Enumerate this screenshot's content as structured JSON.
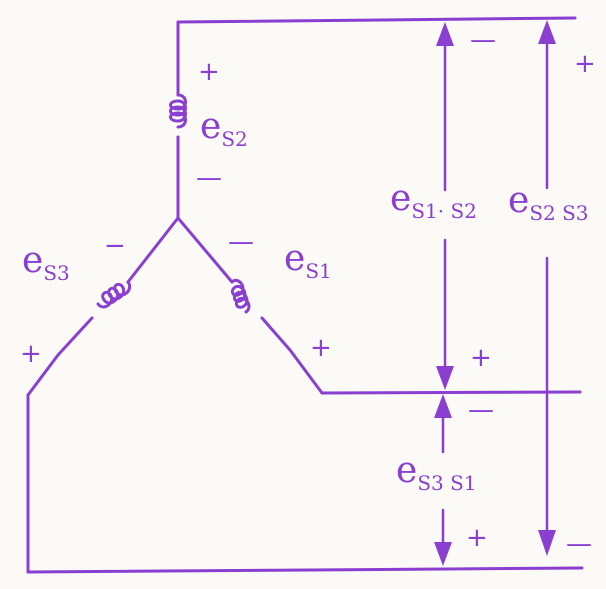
{
  "labels": {
    "es2": {
      "main": "e",
      "sub": "S2"
    },
    "es3": {
      "main": "e",
      "sub": "S3"
    },
    "es1": {
      "main": "e",
      "sub": "S1"
    },
    "es1s2": {
      "main": "e",
      "sub": "S1· S2"
    },
    "es2s3": {
      "main": "e",
      "sub": "S2 S3"
    },
    "es3s1": {
      "main": "e",
      "sub": "S3 S1"
    }
  },
  "signs": {
    "plus": "+",
    "minus": "—",
    "minus_short": "−"
  },
  "colors": {
    "ink": "#8a3fd1",
    "paper": "#fbfaf7"
  }
}
